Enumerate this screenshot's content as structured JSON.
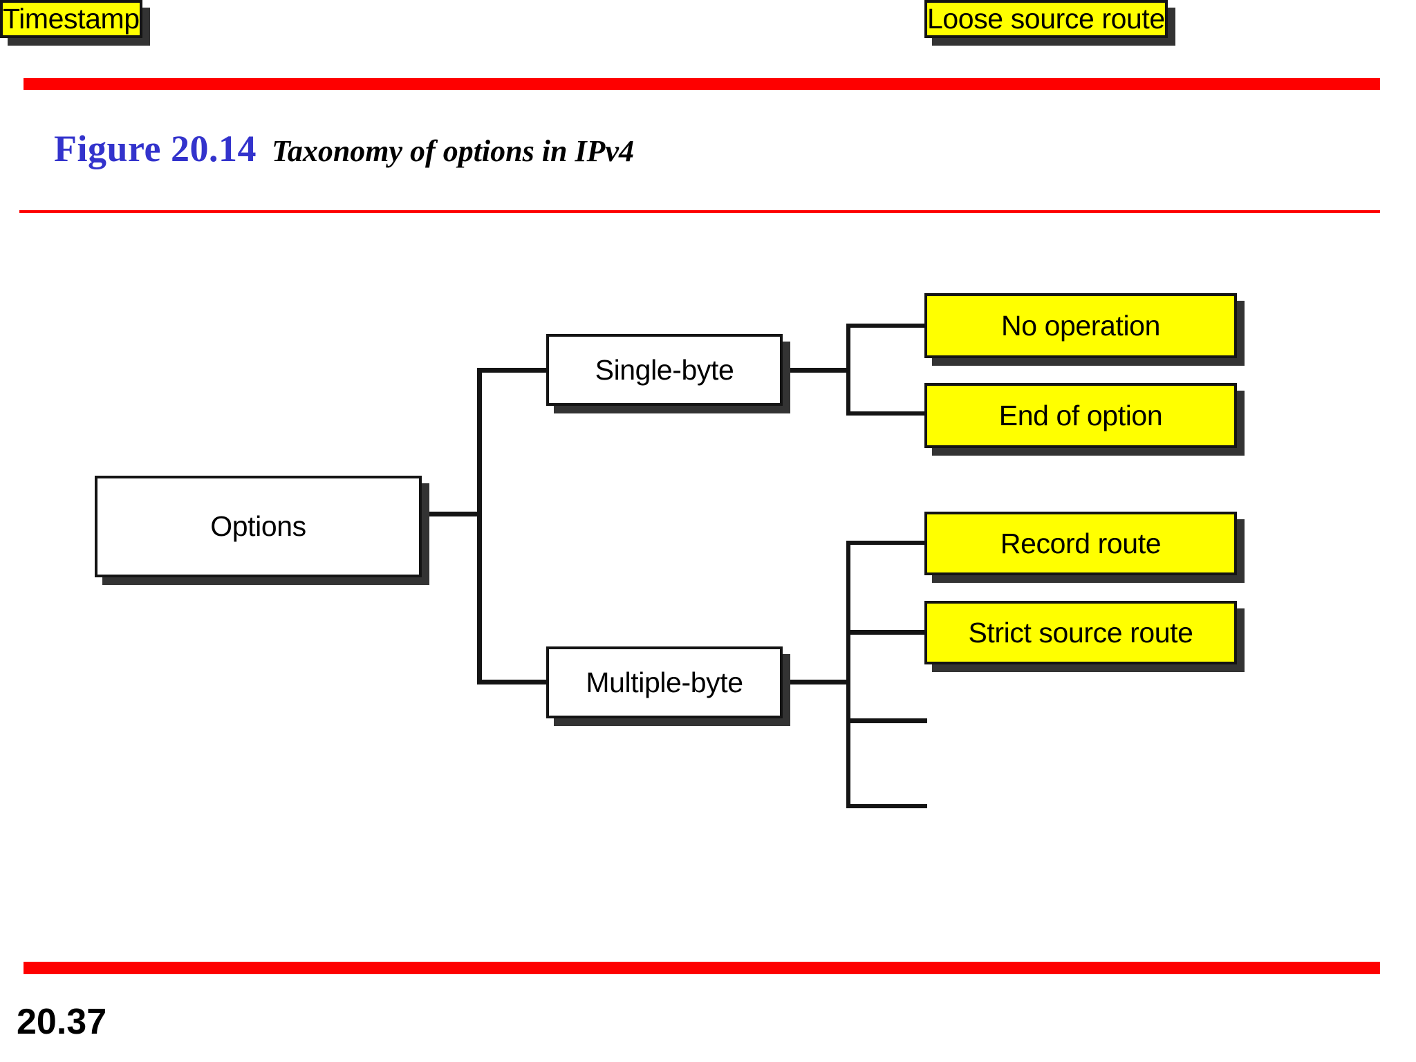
{
  "slide": {
    "figure_label": "Figure 20.14",
    "figure_title": "Taxonomy of options in IPv4",
    "page_number": "20.37",
    "accent_color": "#FE0000",
    "figure_label_color": "#3333CC",
    "highlight_color": "#FFFF00",
    "box_border_color": "#141414",
    "shadow_color": "#333333"
  },
  "diagram": {
    "type": "tree",
    "root": {
      "label": "Options"
    },
    "branches": [
      {
        "label": "Single-byte",
        "children": [
          {
            "label": "No operation"
          },
          {
            "label": "End of option"
          }
        ]
      },
      {
        "label": "Multiple-byte",
        "children": [
          {
            "label": "Record route"
          },
          {
            "label": "Strict source route"
          },
          {
            "label": "Loose source route"
          },
          {
            "label": "Timestamp"
          }
        ]
      }
    ]
  }
}
